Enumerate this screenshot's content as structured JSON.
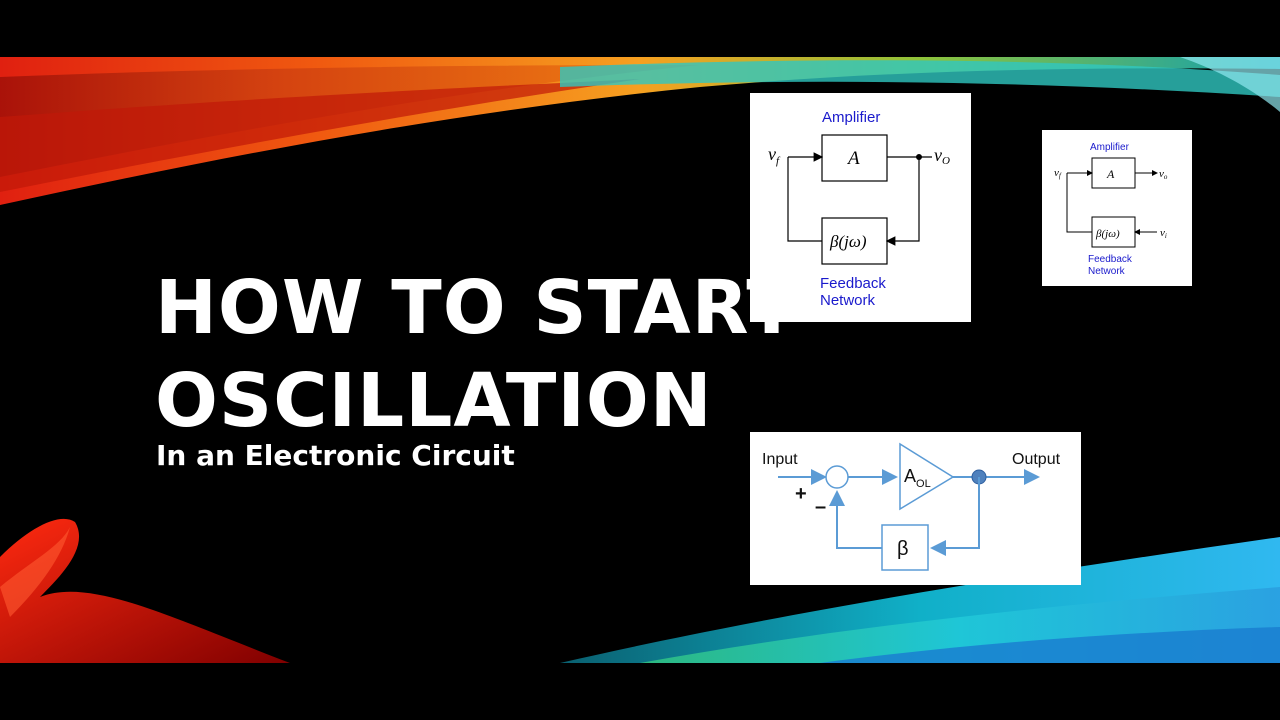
{
  "slide": {
    "title_lines": [
      "HOW TO START",
      "OSCILLATION"
    ],
    "subtitle": "In an Electronic Circuit"
  },
  "colors": {
    "diagram_blue": "#1a1acc",
    "diagram3_line": "#5b9bd5",
    "diagram3_dot": "#4f81bd"
  },
  "diagram1": {
    "amplifier_label": "Amplifier",
    "amp_symbol": "A",
    "input_symbol": "v",
    "input_sub": "f",
    "output_symbol": "v",
    "output_sub": "O",
    "feedback_symbol": "β(jω)",
    "feedback_label_line1": "Feedback",
    "feedback_label_line2": "Network"
  },
  "diagram2": {
    "amplifier_label": "Amplifier",
    "amp_symbol": "A",
    "input_symbol": "v",
    "input_sub": "f",
    "output_symbol": "v",
    "output_sub": "o",
    "feedback_symbol": "β(jω)",
    "feedback_input_symbol": "v",
    "feedback_input_sub": "i",
    "feedback_label_line1": "Feedback",
    "feedback_label_line2": "Network"
  },
  "diagram3": {
    "input_label": "Input",
    "output_label": "Output",
    "plus_sign": "+",
    "minus_sign": "–",
    "amp_symbol": "A",
    "amp_sub": "OL",
    "beta_symbol": "β"
  }
}
